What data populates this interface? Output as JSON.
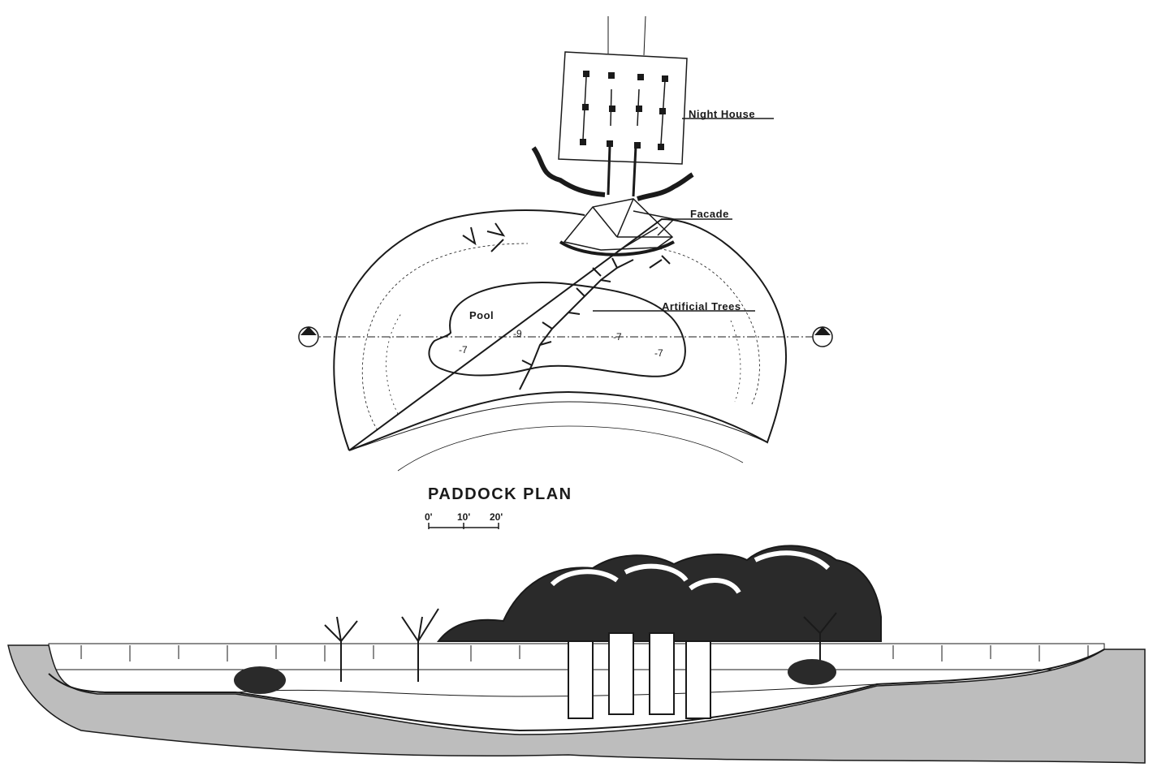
{
  "plan": {
    "title": "PADDOCK PLAN",
    "labels": {
      "night_house": "Night House",
      "facade": "Facade",
      "artificial_trees": "Artificial Trees",
      "pool": "Pool"
    },
    "scale_bar": {
      "ticks": [
        "0'",
        "10'",
        "20'"
      ]
    },
    "spot_elevations": [
      "-9",
      "-7",
      "-7",
      "-7"
    ]
  },
  "section": {
    "description": "Cross-section through paddock showing rock outcrops, artificial trees, perimeter wall and sloped moat floor"
  },
  "colors": {
    "ink": "#1a1a1a",
    "paper": "#ffffff"
  }
}
